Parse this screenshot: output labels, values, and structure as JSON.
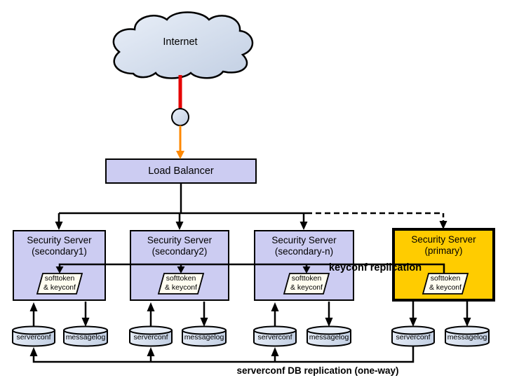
{
  "diagram": {
    "internet": {
      "label": "Internet"
    },
    "load_balancer": {
      "label": "Load Balancer"
    },
    "servers": [
      {
        "name_line1": "Security Server",
        "name_line2": "(secondary1)",
        "role": "secondary"
      },
      {
        "name_line1": "Security Server",
        "name_line2": "(secondary2)",
        "role": "secondary"
      },
      {
        "name_line1": "Security Server",
        "name_line2": "(secondary-n)",
        "role": "secondary"
      },
      {
        "name_line1": "Security Server",
        "name_line2": "(primary)",
        "role": "primary"
      }
    ],
    "softtoken": {
      "line1": "softtoken",
      "line2": "& keyconf"
    },
    "databases": {
      "serverconf": "serverconf",
      "messagelog": "messagelog"
    },
    "annotations": {
      "keyconf": "keyconf replication",
      "serverconf": "serverconf DB replication (one-way)"
    },
    "colors": {
      "secondary_server_fill": "#ccccf2",
      "primary_server_fill": "#ffcc00",
      "load_balancer_fill": "#ccccf2",
      "storage_fill_light": "#e9eff8",
      "storage_fill_dark": "#c2cfe3",
      "token_fill": "#fffdf0",
      "red_link": "#e60000",
      "orange_link": "#ff8800",
      "line_color": "#000000"
    }
  }
}
